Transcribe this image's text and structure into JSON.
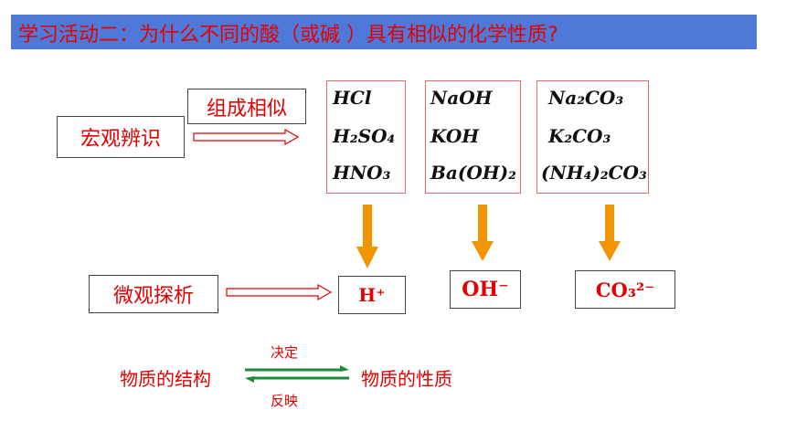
{
  "title": "学习活动二：为什么不同的酸（或碱 ）具有相似的化学性质?",
  "macro_label": "宏观辨识",
  "similar_label": "组成相似",
  "micro_label": "微观探析",
  "acids": {
    "hcl": "HCl",
    "h2so4": "H₂SO₄",
    "hno3": "HNO₃"
  },
  "bases": {
    "naoh": "NaOH",
    "koh": "KOH",
    "baoh2": "Ba(OH)₂"
  },
  "carbonates": {
    "na2co3": "Na₂CO₃",
    "k2co3": "K₂CO₃",
    "nh4co3": "(NH₄)₂CO₃"
  },
  "ions": {
    "h": "H⁺",
    "oh": "OH⁻",
    "co3": "CO₃²⁻"
  },
  "relation": {
    "left": "物质的结构",
    "right": "物质的性质",
    "top": "决定",
    "bottom": "反映"
  },
  "colors": {
    "accent_red": "#e40000",
    "title_bar": "#4f79d8",
    "arrow_orange": "#f29400",
    "arrow_green": "#1e8a3a"
  }
}
